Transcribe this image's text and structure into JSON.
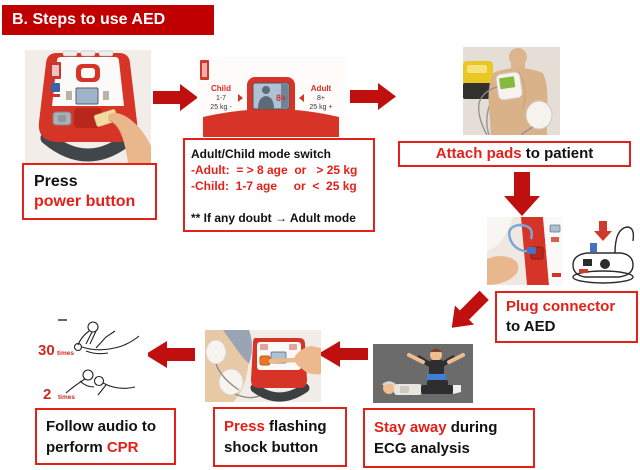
{
  "title": "B. Steps to use AED",
  "colors": {
    "banner_bg": "#c00000",
    "arrow": "#bf0f0f",
    "box_border": "#e32119",
    "red_text": "#e32119",
    "black_text": "#111111",
    "device_red": "#d63426"
  },
  "captions": {
    "power": {
      "black": "Press",
      "red": "power button"
    },
    "mode_switch": {
      "line1": "Adult/Child mode switch",
      "line2": "-Adult:  = > 8 age  or   > 25 kg",
      "line3": "-Child:  1-7 age     or  <  25 kg",
      "line4": "** If any doubt → Adult mode"
    },
    "attach": {
      "red": "Attach pads",
      "black": " to patient"
    },
    "plug": {
      "red": "Plug connector",
      "black": "to AED"
    },
    "stay": {
      "red": "Stay away",
      "black1": " during",
      "black2": "ECG analysis"
    },
    "shock": {
      "red": "Press",
      "black1": " flashing",
      "black2": "shock button"
    },
    "cpr": {
      "black1": "Follow audio to",
      "black2": "perform ",
      "red": "CPR"
    }
  },
  "device_panel": {
    "child_label": "Child",
    "child_age": "1-7",
    "child_weight": "25 kg -",
    "adult_label": "Adult",
    "adult_age": "8+",
    "adult_weight": "25 kg +",
    "screen_badge": "8+"
  },
  "cpr_illustration": {
    "compressions_count": "30",
    "compressions_unit": "times",
    "breaths_count": "2",
    "breaths_unit": "times"
  }
}
